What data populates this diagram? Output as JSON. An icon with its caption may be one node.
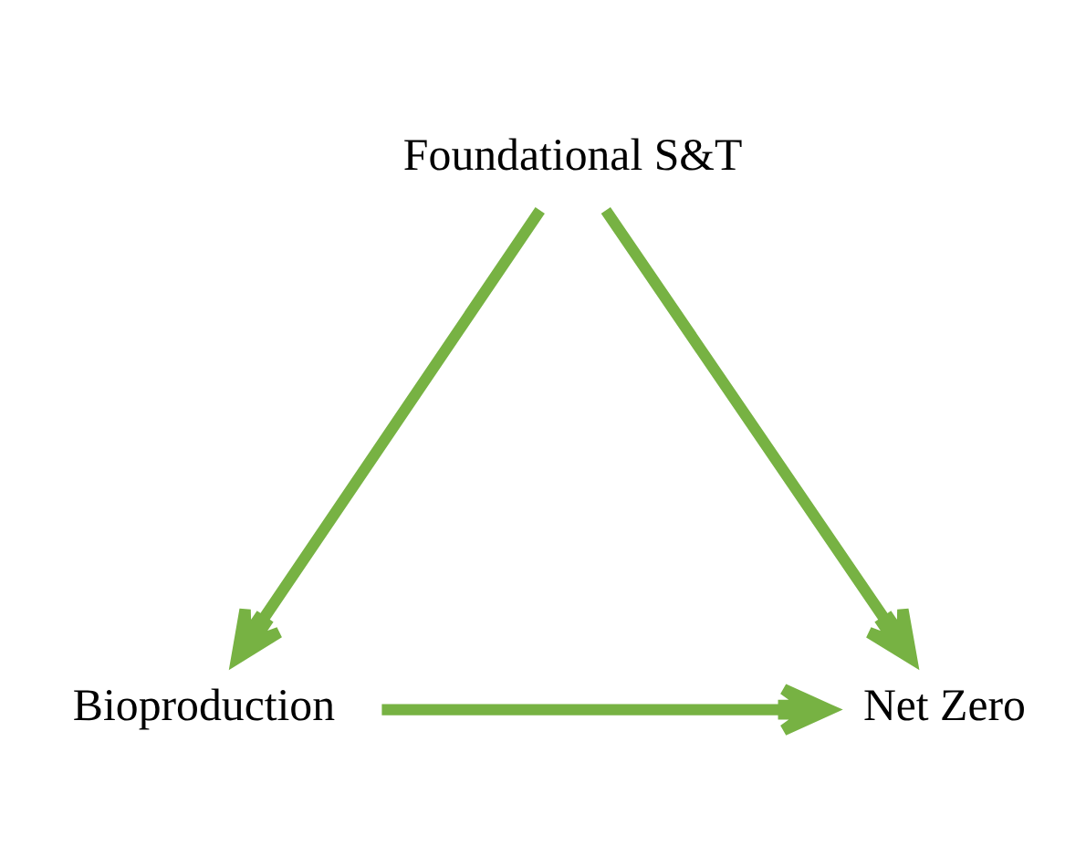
{
  "diagram": {
    "nodes": [
      {
        "text": [
          "Foundational S&T"
        ]
      },
      {
        "text": [
          "Net Zero"
        ]
      },
      {
        "text": [
          "Bioproduction"
        ]
      }
    ],
    "edges": [
      {
        "from": 0,
        "to": 1,
        "arrow": "to"
      },
      {
        "from": 0,
        "to": 2,
        "arrow": "to"
      },
      {
        "from": 2,
        "to": 1,
        "arrow": "to"
      }
    ]
  }
}
